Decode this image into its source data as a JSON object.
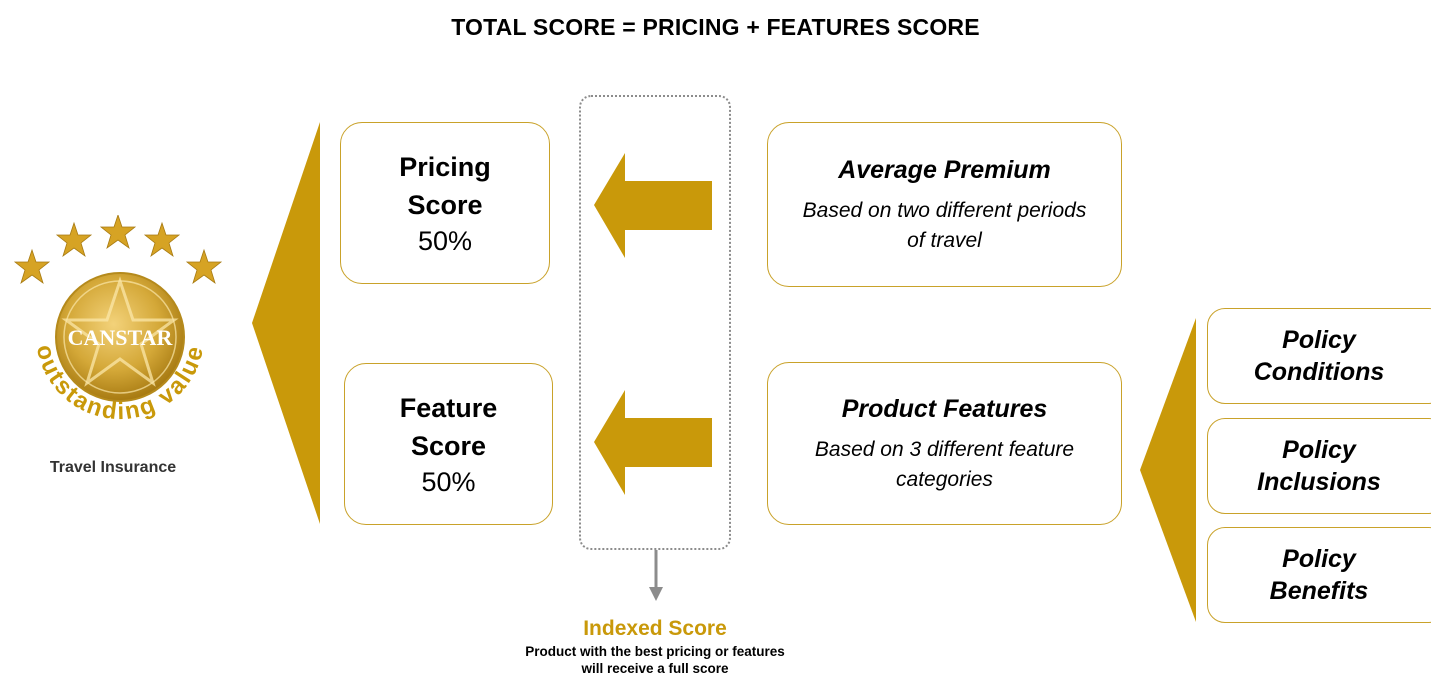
{
  "title": "TOTAL SCORE = PRICING + FEATURES SCORE",
  "logo": {
    "brand": "CANSTAR",
    "arc_text": "outstanding value",
    "caption": "Travel Insurance",
    "star_count": 5,
    "gold_color": "#c9990a"
  },
  "scores": [
    {
      "title": "Pricing Score",
      "percent": "50%"
    },
    {
      "title": "Feature Score",
      "percent": "50%"
    }
  ],
  "sources": [
    {
      "title": "Average Premium",
      "description": "Based on two different periods of travel"
    },
    {
      "title": "Product Features",
      "description": "Based on 3 different feature categories"
    }
  ],
  "categories": [
    {
      "label": "Policy Conditions"
    },
    {
      "label": "Policy Inclusions"
    },
    {
      "label": "Policy Benefits"
    }
  ],
  "indexed": {
    "title": "Indexed Score",
    "description_line1": "Product with the best pricing or features",
    "description_line2": "will receive a full score"
  },
  "colors": {
    "accent": "#c9990a",
    "box_border": "#c9a22a",
    "dotted": "#8c8c8c"
  }
}
